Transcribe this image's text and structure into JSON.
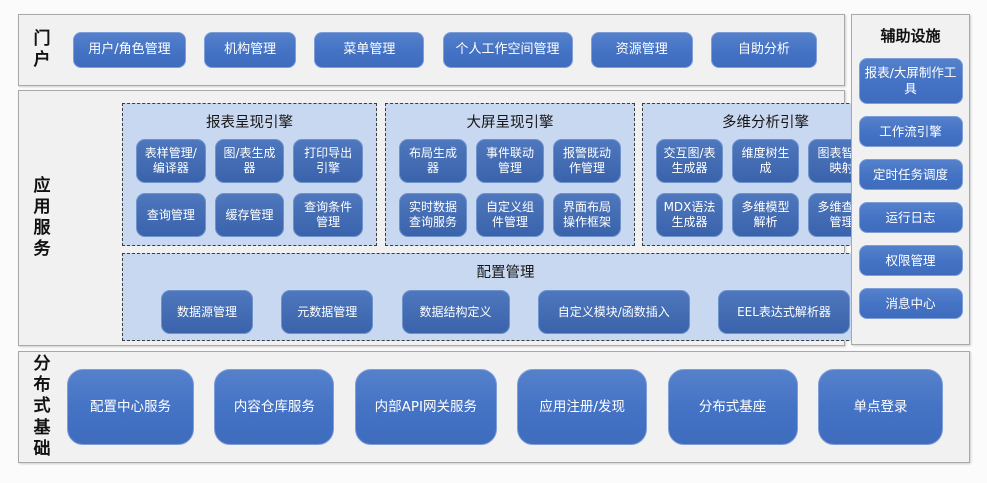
{
  "colors": {
    "button_blue": "#4472c4",
    "inner_button_blue": "#3a63ab",
    "panel_light_blue": "#c9d8f1",
    "section_gray": "#f1f1f1",
    "border_gray": "#a9a9a9",
    "dashed_border": "#3c3c3c",
    "text_dark": "#111111",
    "text_white": "#ffffff"
  },
  "portal": {
    "label": "门户",
    "buttons": [
      "用户/角色管理",
      "机构管理",
      "菜单管理",
      "个人工作空间管理",
      "资源管理",
      "自助分析"
    ]
  },
  "app_services": {
    "label": "应用服务",
    "engines": [
      {
        "title": "报表呈现引擎",
        "buttons": [
          "表样管理/编译器",
          "图/表生成器",
          "打印导出引擎",
          "查询管理",
          "缓存管理",
          "查询条件管理"
        ]
      },
      {
        "title": "大屏呈现引擎",
        "buttons": [
          "布局生成器",
          "事件联动管理",
          "报警既动作管理",
          "实时数据查询服务",
          "自定义组件管理",
          "界面布局操作框架"
        ]
      },
      {
        "title": "多维分析引擎",
        "buttons": [
          "交互图/表生成器",
          "维度树生成",
          "图表智能映射",
          "MDX语法生成器",
          "多维模型解析",
          "多维查询管理"
        ]
      }
    ],
    "config": {
      "title": "配置管理",
      "buttons": [
        "数据源管理",
        "元数据管理",
        "数据结构定义",
        "自定义模块/函数插入",
        "EEL表达式解析器"
      ]
    }
  },
  "auxiliary": {
    "title": "辅助设施",
    "buttons": [
      "报表/大屏制作工具",
      "工作流引擎",
      "定时任务调度",
      "运行日志",
      "权限管理",
      "消息中心"
    ]
  },
  "distributed": {
    "label": "分布式基础",
    "buttons": [
      "配置中心服务",
      "内容仓库服务",
      "内部API网关服务",
      "应用注册/发现",
      "分布式基座",
      "单点登录"
    ]
  }
}
